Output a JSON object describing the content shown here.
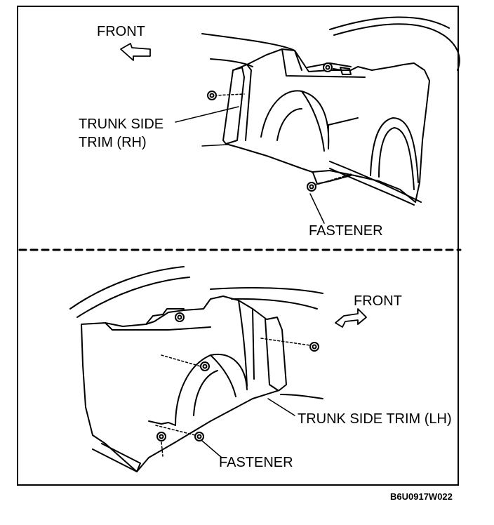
{
  "top": {
    "front_label": "FRONT",
    "part_label_line1": "TRUNK SIDE",
    "part_label_line2": "TRIM (RH)",
    "fastener_label": "FASTENER"
  },
  "bottom": {
    "front_label": "FRONT",
    "part_label": "TRUNK SIDE TRIM (LH)",
    "fastener_label": "FASTENER"
  },
  "figure_code": "B6U0917W022",
  "icons": [
    "front-arrow-icon",
    "fastener-icon"
  ],
  "colors": {
    "line": "#000000",
    "background": "#ffffff"
  }
}
